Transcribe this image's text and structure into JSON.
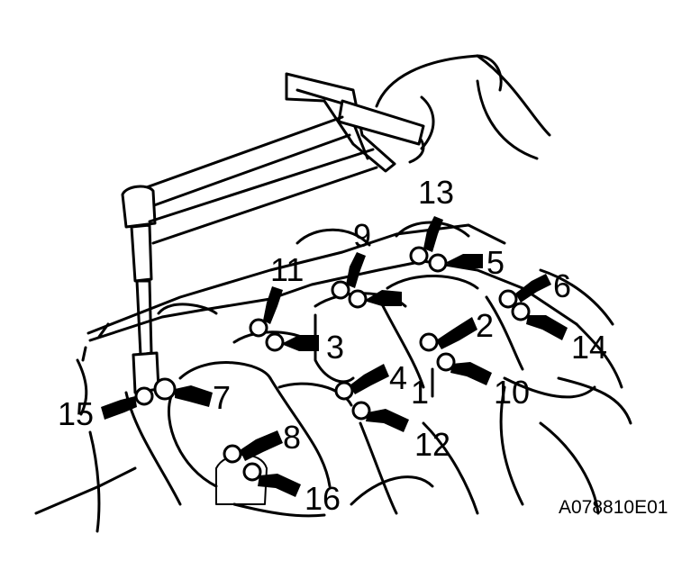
{
  "figure_code": "A078810E01",
  "bolt_labels": [
    "1",
    "2",
    "3",
    "4",
    "5",
    "6",
    "7",
    "8",
    "9",
    "10",
    "11",
    "12",
    "13",
    "14",
    "15",
    "16"
  ],
  "colors": {
    "ink": "#000000",
    "paper": "#ffffff"
  }
}
